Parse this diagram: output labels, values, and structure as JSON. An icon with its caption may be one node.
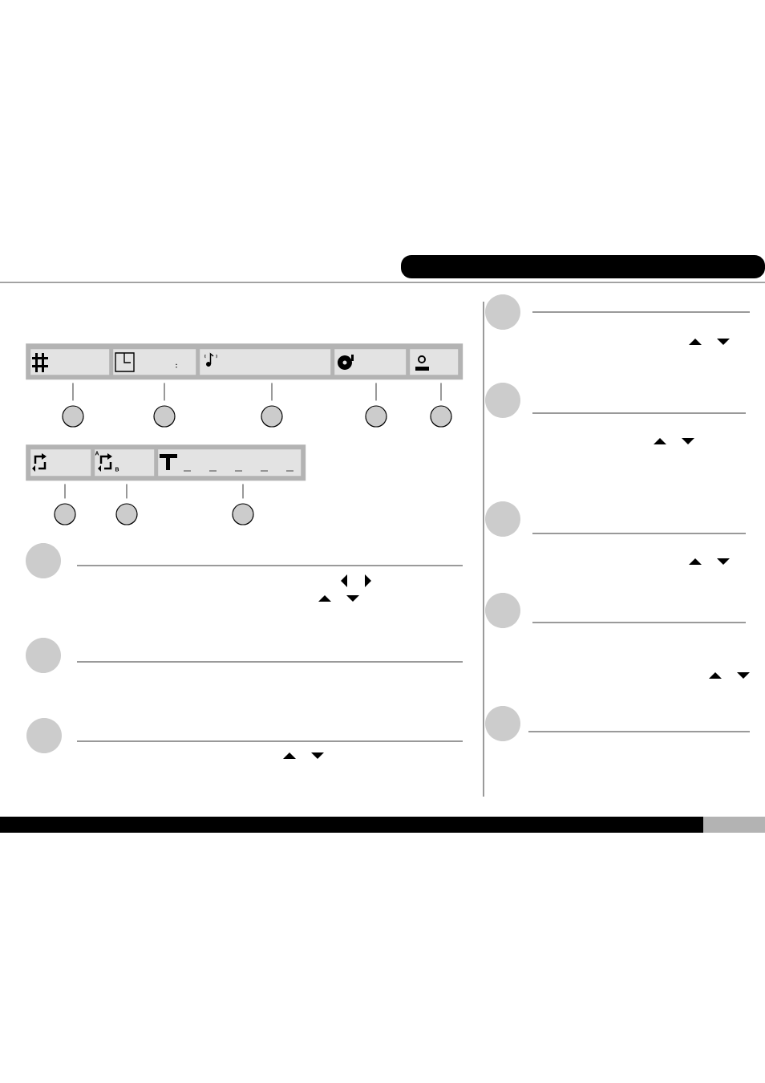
{
  "diagram": {
    "nodes": [
      {
        "text": [],
        "shape": "box"
      },
      {
        "text": [],
        "shape": "box",
        "in": 0
      },
      {
        "text": [],
        "shape": "box",
        "in": 0
      },
      {
        "text": [],
        "shape": "box",
        "in": 0
      },
      {
        "text": [],
        "shape": "box",
        "in": 0
      },
      {
        "text": [],
        "shape": "box",
        "in": 0
      },
      {
        "text": [],
        "shape": "box"
      },
      {
        "text": [],
        "shape": "box",
        "in": 6
      },
      {
        "text": [],
        "shape": "box",
        "in": 6
      },
      {
        "text": [],
        "shape": "box",
        "in": 6
      },
      {
        "text": [],
        "shape": "circle"
      },
      {
        "text": [],
        "shape": "circle"
      },
      {
        "text": [],
        "shape": "circle"
      },
      {
        "text": [],
        "shape": "circle"
      },
      {
        "text": [],
        "shape": "circle"
      },
      {
        "text": [],
        "shape": "circle"
      },
      {
        "text": [],
        "shape": "circle"
      },
      {
        "text": [],
        "shape": "circle"
      }
    ],
    "edges": [
      {
        "from": 10,
        "to": 1,
        "arrow": "none"
      },
      {
        "from": 11,
        "to": 2,
        "arrow": "none"
      },
      {
        "from": 12,
        "to": 3,
        "arrow": "none"
      },
      {
        "from": 13,
        "to": 4,
        "arrow": "none"
      },
      {
        "from": 14,
        "to": 5,
        "arrow": "none"
      },
      {
        "from": 15,
        "to": 7,
        "arrow": "none"
      },
      {
        "from": 16,
        "to": 8,
        "arrow": "none"
      },
      {
        "from": 17,
        "to": 9,
        "arrow": "none"
      }
    ],
    "labels": [
      ":",
      "A",
      "B"
    ]
  }
}
